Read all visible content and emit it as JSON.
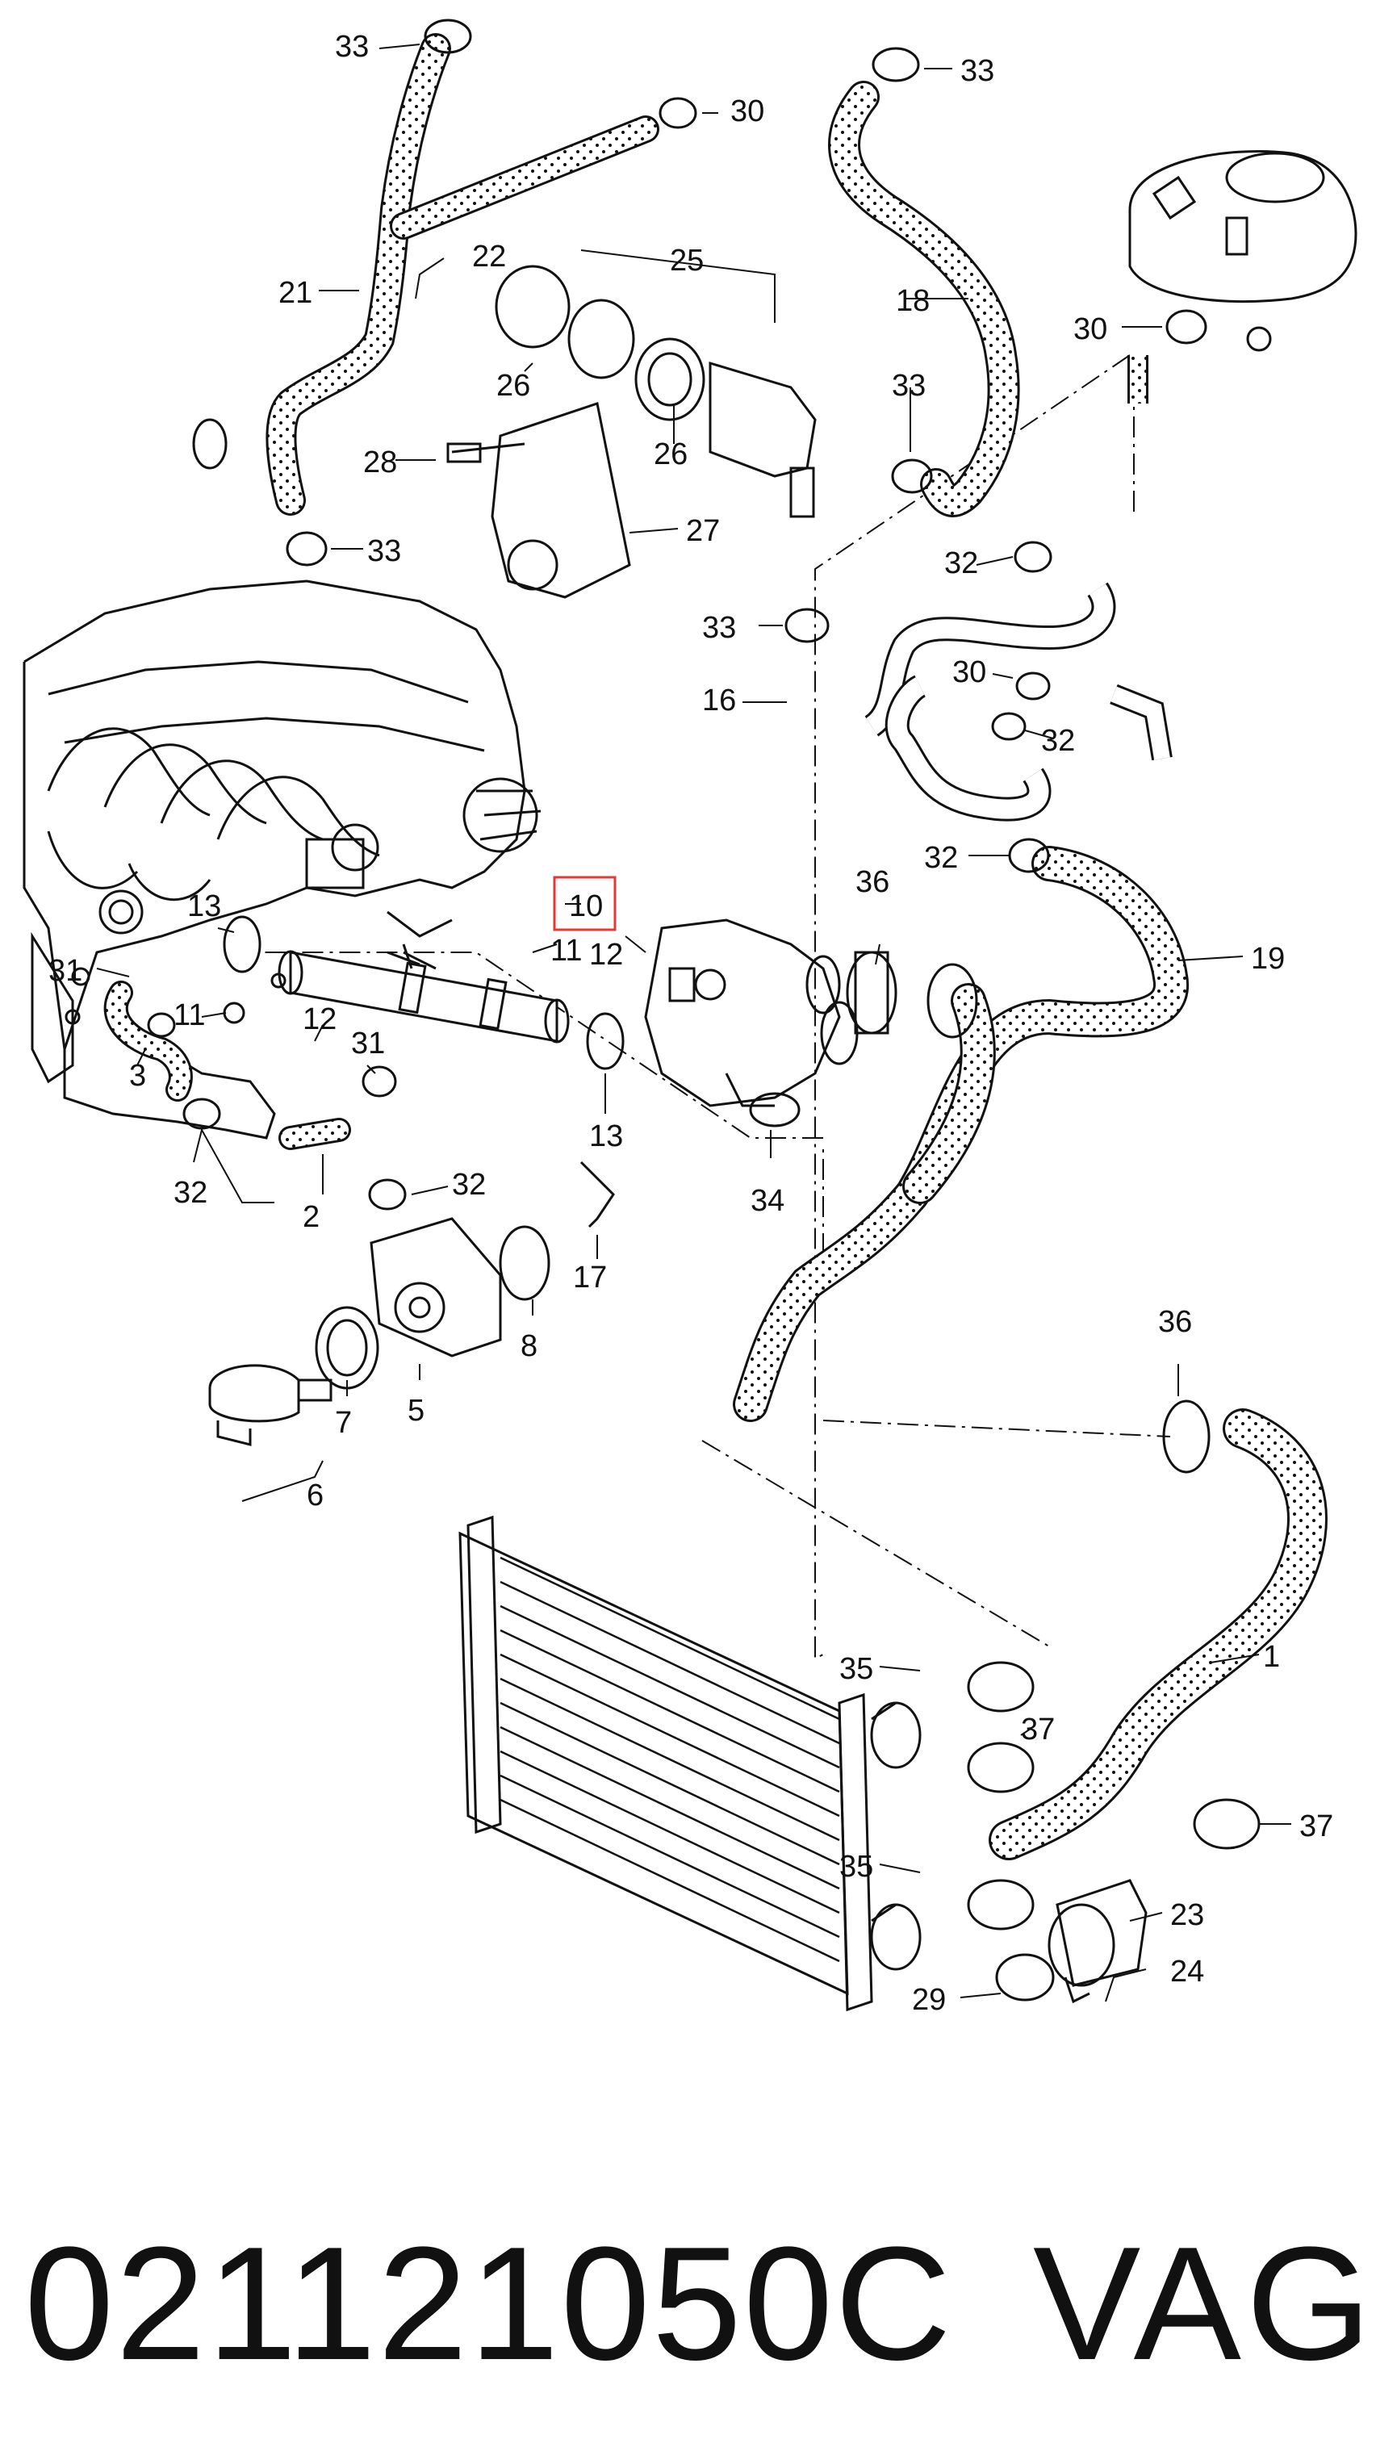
{
  "callouts": [
    "33",
    "30",
    "33",
    "22",
    "25",
    "21",
    "18",
    "26",
    "33",
    "28",
    "26",
    "30",
    "33",
    "27",
    "32",
    "33",
    "30",
    "16",
    "32",
    "32",
    "10",
    "36",
    "13",
    "11",
    "12",
    "19",
    "31",
    "11",
    "12",
    "31",
    "3",
    "13",
    "32",
    "32",
    "2",
    "34",
    "17",
    "8",
    "7",
    "5",
    "36",
    "6",
    "35",
    "37",
    "1",
    "37",
    "35",
    "23",
    "24",
    "29"
  ],
  "highlight_label": "10",
  "footer": {
    "part_number": "021121050C",
    "brand": "VAG"
  },
  "colors": {
    "highlight": "#e53935",
    "ink": "#111111"
  }
}
